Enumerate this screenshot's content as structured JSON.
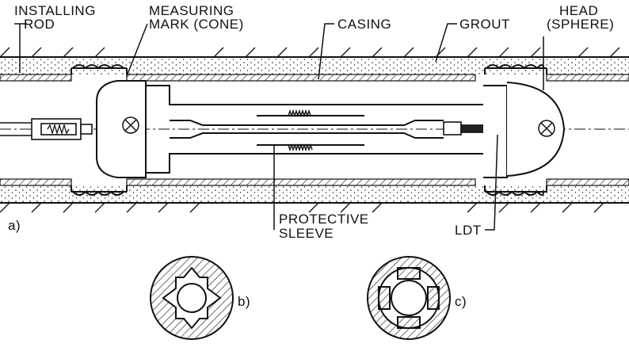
{
  "labels": {
    "installing_rod_1": "INSTALLING",
    "installing_rod_2": "ROD",
    "measuring_mark_1": "MEASURING",
    "measuring_mark_2": "MARK (CONE)",
    "casing": "CASING",
    "grout": "GROUT",
    "head_1": "HEAD",
    "head_2": "(SPHERE)",
    "protective_sleeve_1": "PROTECTIVE",
    "protective_sleeve_2": "SLEEVE",
    "ldt": "LDT",
    "part_a": "a)",
    "part_b": "b)",
    "part_c": "c)"
  },
  "colors": {
    "ink": "#111111",
    "background": "#ffffff"
  }
}
